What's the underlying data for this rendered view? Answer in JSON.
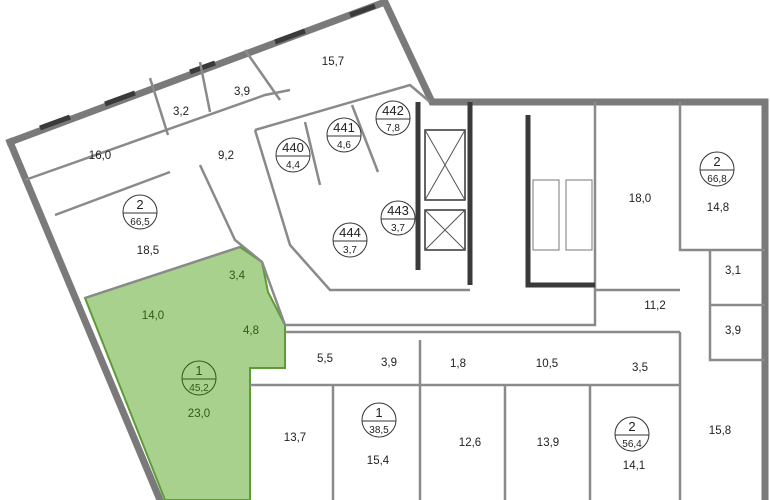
{
  "colors": {
    "highlight": "#a9d18e",
    "highlight_stroke": "#5e9a36",
    "wall": "#7a7a7a"
  },
  "badges": [
    {
      "top": "2",
      "bottom": "66,5"
    },
    {
      "top": "440",
      "bottom": "4,4"
    },
    {
      "top": "441",
      "bottom": "4,6"
    },
    {
      "top": "442",
      "bottom": "7,8"
    },
    {
      "top": "443",
      "bottom": "3,7"
    },
    {
      "top": "444",
      "bottom": "3,7"
    },
    {
      "top": "1",
      "bottom": "45,2"
    },
    {
      "top": "1",
      "bottom": "38,5"
    },
    {
      "top": "2",
      "bottom": "56,4"
    },
    {
      "top": "2",
      "bottom": "66,8"
    }
  ],
  "rooms": [
    "15,7",
    "3,9",
    "3,2",
    "16,0",
    "9,2",
    "18,5",
    "3,4",
    "14,0",
    "4,8",
    "23,0",
    "5,5",
    "3,9",
    "1,8",
    "10,5",
    "3,5",
    "13,7",
    "15,4",
    "12,6",
    "13,9",
    "14,1",
    "15,8",
    "18,0",
    "14,8",
    "3,1",
    "11,2",
    "3,9"
  ]
}
